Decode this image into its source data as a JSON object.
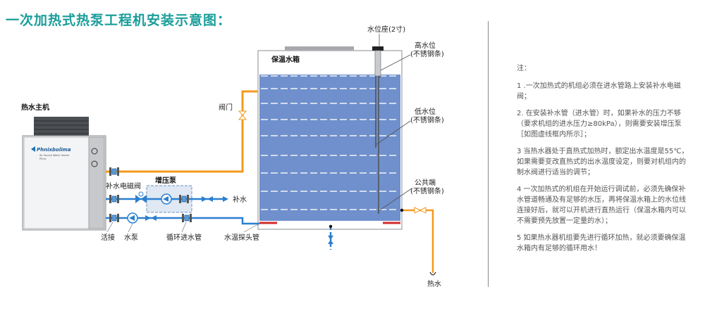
{
  "title": "一次加热式热泵工程机安装示意图：",
  "labels": {
    "host": "热水主机",
    "brand": "Phnixbolima",
    "host_sub1": "Air Source Water Heater",
    "host_sub2": "Phnix",
    "tank": "保温水箱",
    "sensor_seat": "水位座(2寸)",
    "high_level_1": "高水位",
    "high_level_2": "(不锈钢条)",
    "low_level_1": "低水位",
    "low_level_2": "(不锈钢条)",
    "common_1": "公共端",
    "common_2": "(不锈钢条)",
    "valve": "阀门",
    "solenoid": "补水电磁阀",
    "booster": "增压泵",
    "makeup": "补水",
    "union": "活接",
    "pump": "水泵",
    "circ_pipe": "循环进水管",
    "temp_probe": "水温探头管",
    "hot_water": "热水"
  },
  "notes": {
    "head": "注：",
    "items": [
      "1 .一次加热式的机组必须在进水管路上安装补水电磁阀；",
      "2. 在安装补水管（进水管）时，如果补水的压力不够（要求机组的进水压力≥80kPa），则需要安装增压泵［如图虚线框内所示］；",
      "3 当热水器处于直热式加热时，额定出水温度是55℃，如果需要变改直热式的出水温度设定，则要对机组内的制水阀进行适当的调节；",
      "4 一次加热式的机组在开始运行调试前，必须先确保补水管道畅通及有足够的水压，再将保温水箱上的水位线连接好后，就可以开机进行直热运行（保温水箱内可以不需要预先放置一定量的水）；",
      "5 如果热水器机组要先进行循环加热，就必须要确保温水箱内有足够的循环用水！"
    ]
  },
  "colors": {
    "title": "#1a9e9a",
    "hot_pipe": "#f39a1e",
    "cold_pipe": "#2a7fd0",
    "water": "#6f90cc"
  }
}
